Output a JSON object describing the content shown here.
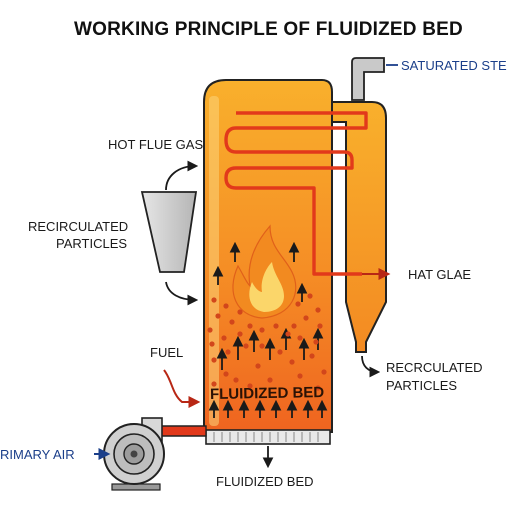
{
  "title": "WORKING PRINCIPLE OF FLUIDIZED BED",
  "labels": {
    "saturated_steam": "SATURATED STE",
    "hot_flue_gas": "HOT FLUE GAS",
    "recirculated_left_line1": "RECIRCULATED",
    "recirculated_left_line2": "PARTICLES",
    "hat_glae": "HAT GLAE",
    "fuel": "FUEL",
    "recirculated_right_line1": "RECRCULATED",
    "recirculated_right_line2": "PARTICLES",
    "primary_air": "RIMARY AIR",
    "bed_inside": "FLUIDIZED BED",
    "bed_bottom": "FLUIDIZED BED"
  },
  "colors": {
    "vessel_top": "#f7a928",
    "vessel_bottom": "#f06a1e",
    "tube": "#e23b1c",
    "particles": "#d2461b",
    "flame_outer": "#f28a20",
    "flame_inner": "#fbd66a",
    "label_blue": "#1b3f8a",
    "outline": "#222222"
  },
  "icons": [
    "fan-blower-icon",
    "flame-icon",
    "cyclone-hopper-icon"
  ]
}
